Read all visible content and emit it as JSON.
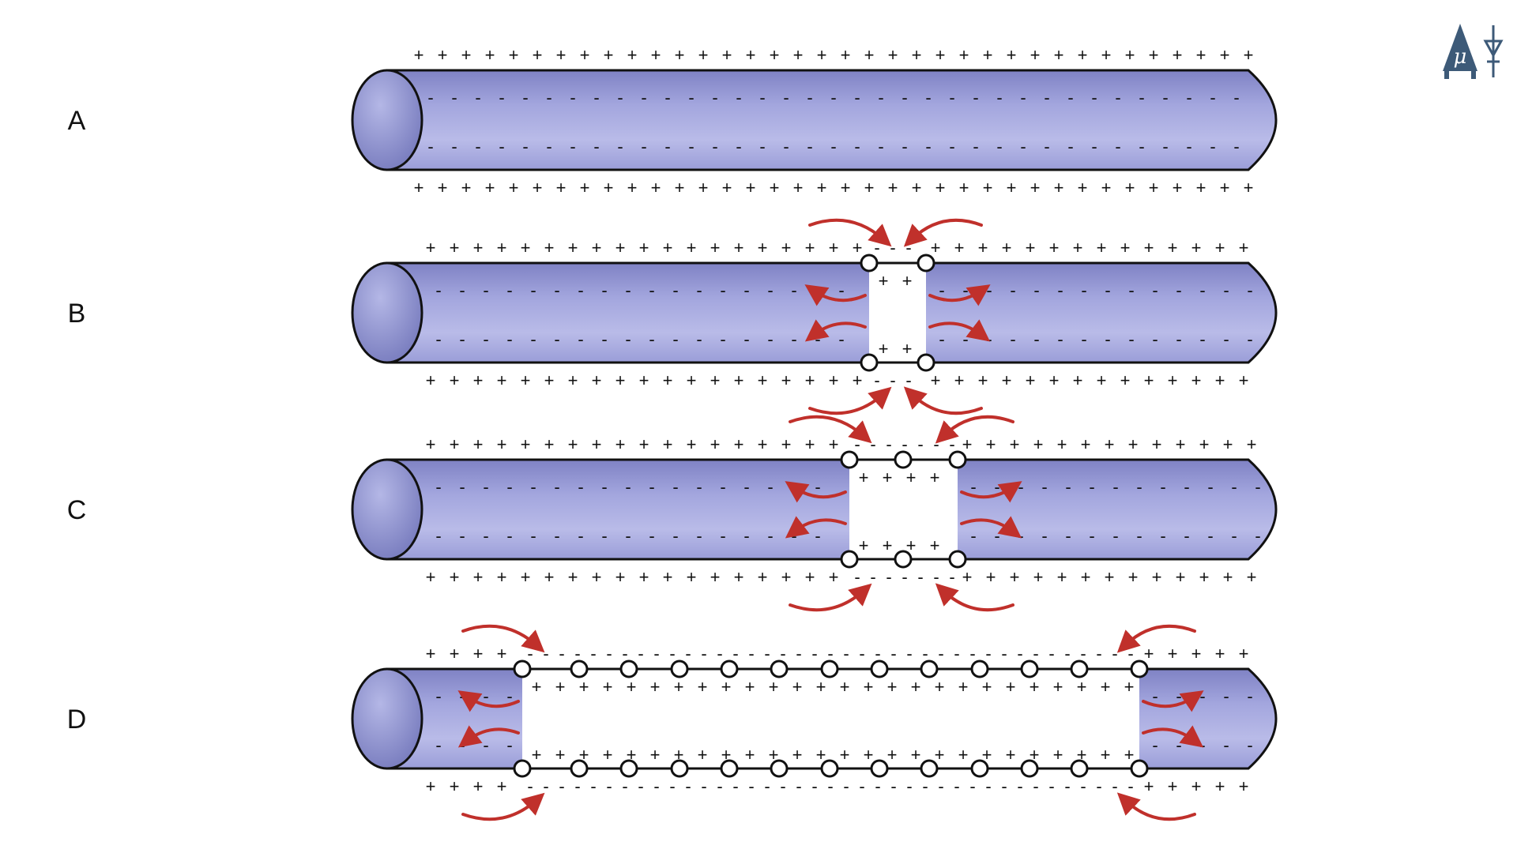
{
  "panels": [
    {
      "label": "A"
    },
    {
      "label": "B"
    },
    {
      "label": "C"
    },
    {
      "label": "D"
    }
  ],
  "symbols": {
    "plus": "+",
    "minus": "-",
    "mu": "μ"
  },
  "colors": {
    "axon_light": "#b7b9e6",
    "axon_mid": "#8f92cf",
    "axon_dark": "#6d71b4",
    "arrow": "#c0302b",
    "outline": "#111111",
    "logo": "#3d5a78"
  },
  "icons": {
    "logo": "neuron-logo-icon"
  }
}
